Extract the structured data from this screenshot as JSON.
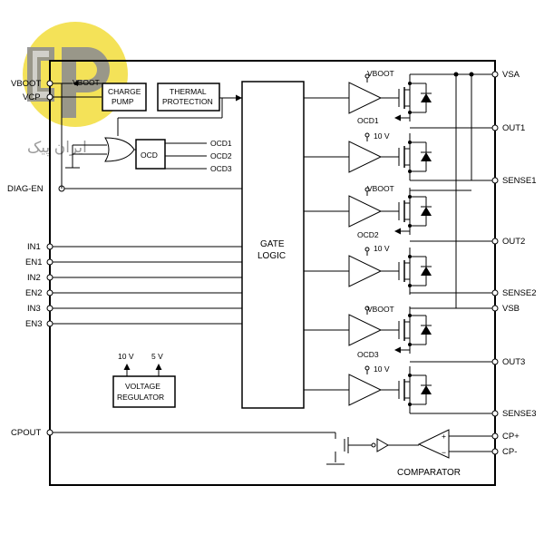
{
  "colors": {
    "line": "#000000",
    "logo_yellow": "#f3df4a",
    "logo_grey": "#8f8f8f",
    "watermark": "#9a9a9a"
  },
  "logo": {
    "icon": "ep-logo-icon",
    "watermark_text": "ایران پیک"
  },
  "left_pins": {
    "vboot": "VBOOT",
    "vcp": "VCP",
    "diag_en": "DIAG-EN",
    "in1": "IN1",
    "en1": "EN1",
    "in2": "IN2",
    "en2": "EN2",
    "in3": "IN3",
    "en3": "EN3",
    "cpout": "CPOUT"
  },
  "right_pins": {
    "vsa": "VSA",
    "out1": "OUT1",
    "sense1": "SENSE1",
    "out2": "OUT2",
    "sense2": "SENSE2",
    "vsb": "VSB",
    "out3": "OUT3",
    "sense3": "SENSE3",
    "cp_plus": "CP+",
    "cp_minus": "CP-"
  },
  "blocks": {
    "charge_pump_1": "CHARGE",
    "charge_pump_2": "PUMP",
    "thermal_1": "THERMAL",
    "thermal_2": "PROTECTION",
    "ocd": "OCD",
    "gate_logic_1": "GATE",
    "gate_logic_2": "LOGIC",
    "voltage_reg_1": "VOLTAGE",
    "voltage_reg_2": "REGULATOR",
    "comparator": "COMPARATOR"
  },
  "signals": {
    "vboot_inner": "VBOOT",
    "ocd1": "OCD1",
    "ocd2": "OCD2",
    "ocd3": "OCD3",
    "vboot_drv": "VBOOT",
    "ten_v": "10 V",
    "five_v": "5 V"
  }
}
